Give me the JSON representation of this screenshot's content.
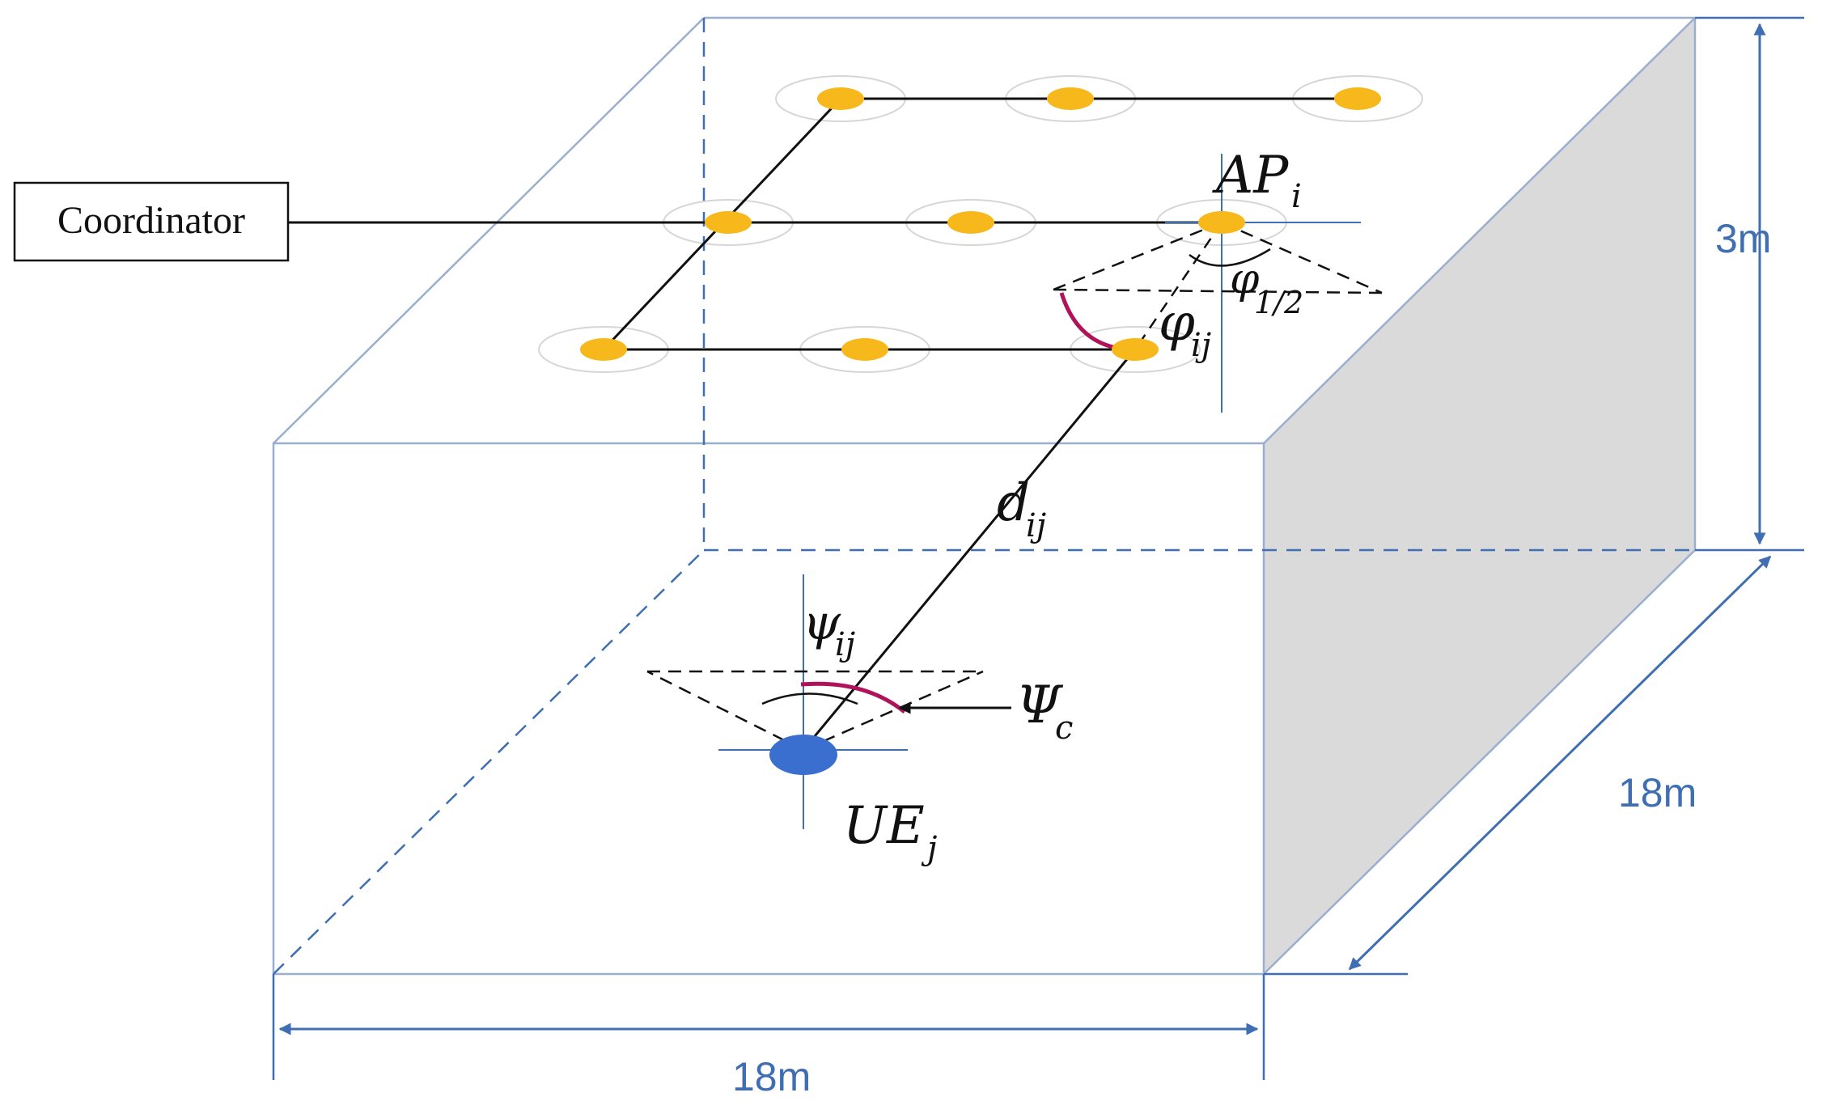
{
  "colors": {
    "box_edge": "#9aaed0",
    "dim_blue": "#3f6fb2",
    "ap_dot": "#f6b81a",
    "ue_dot": "#3a6fd0",
    "angle_arc": "#b0135a",
    "wall_fill": "#dadada"
  },
  "labels": {
    "coordinator": "Coordinator",
    "ap_main": "AP",
    "ap_sub": "i",
    "phi_half_main": "φ",
    "phi_half_sub": "1/2",
    "phi_ij_main": "φ",
    "phi_ij_sub": "ij",
    "d_main": "d",
    "d_sub": "ij",
    "psi_main": "ψ",
    "psi_sub": "ij",
    "Psi_c_main": "Ψ",
    "Psi_c_sub": "c",
    "ue_main": "UE",
    "ue_sub": "j"
  },
  "dimensions": {
    "height": "3m",
    "depth": "18m",
    "width": "18m"
  }
}
